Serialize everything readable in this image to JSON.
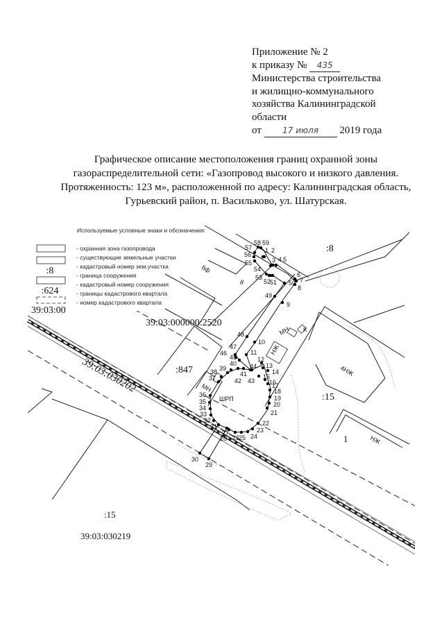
{
  "header": {
    "line1": "Приложение № 2",
    "line2_prefix": "к приказу №",
    "order_number": "435",
    "line3": "Министерства строительства",
    "line4": "и жилищно-коммунального",
    "line5": "хозяйства Калининградской",
    "line6": "области",
    "date_prefix": "от",
    "date_handwritten": "17 июля",
    "date_suffix": "2019 года"
  },
  "title": {
    "line1": "Графическое описание местоположения границ охранной зоны",
    "line2": "газораспределительной сети: «Газопровод высокого и низкого давления.",
    "line3": "Протяженность: 123 м», расположенной по адресу: Калининградская область,",
    "line4": "Гурьевский район, п. Васильково, ул. Шатурская."
  },
  "legend": {
    "heading": "Используемые условные знаки и обозначения:",
    "items": [
      {
        "symbol": "",
        "label": "- охранная зона газопровода"
      },
      {
        "symbol": "",
        "label": "- существующие земельные участки"
      },
      {
        "symbol": ":8",
        "label": "- кадастровый номер зем.участка"
      },
      {
        "symbol": "",
        "label": "- граница сооружения"
      },
      {
        "symbol": ":624",
        "label": "- кадастровый номер сооружения"
      },
      {
        "symbol": "",
        "label": "- границы кадастрового квартала"
      },
      {
        "symbol": "39:03:00",
        "label": "- номер кадастрового квартала"
      }
    ]
  },
  "map": {
    "labels": {
      "parcel_8": ":8",
      "parcel_2520": "39:03:000000:2520",
      "parcel_847": ":847",
      "parcel_15_right": ":15",
      "quarter_030202": "39:03:030202",
      "parcel_15_bottom": ":15",
      "quarter_030219": "39:03:030219",
      "shrp": "ШРП",
      "mn1": "МН",
      "mn2": "МН",
      "nzh": "НЖ",
      "nzh2": "НЖ",
      "zh4": "4НЖ",
      "k": "К",
      "b6f": "6ф",
      "b8": "8",
      "one": "1"
    },
    "points": [
      "1",
      "2",
      "3",
      "4",
      "5",
      "6",
      "7",
      "8",
      "9",
      "10",
      "11",
      "12",
      "13",
      "14",
      "15",
      "16",
      "17",
      "18",
      "19",
      "20",
      "21",
      "22",
      "23",
      "24",
      "25",
      "26",
      "27",
      "28",
      "29",
      "30",
      "31",
      "32",
      "33",
      "34",
      "35",
      "36",
      "37",
      "38",
      "39",
      "40",
      "41",
      "42",
      "43",
      "44",
      "45",
      "46",
      "47",
      "48",
      "49",
      "50",
      "51",
      "52",
      "53",
      "54",
      "55",
      "56",
      "57",
      "58",
      "59"
    ]
  }
}
